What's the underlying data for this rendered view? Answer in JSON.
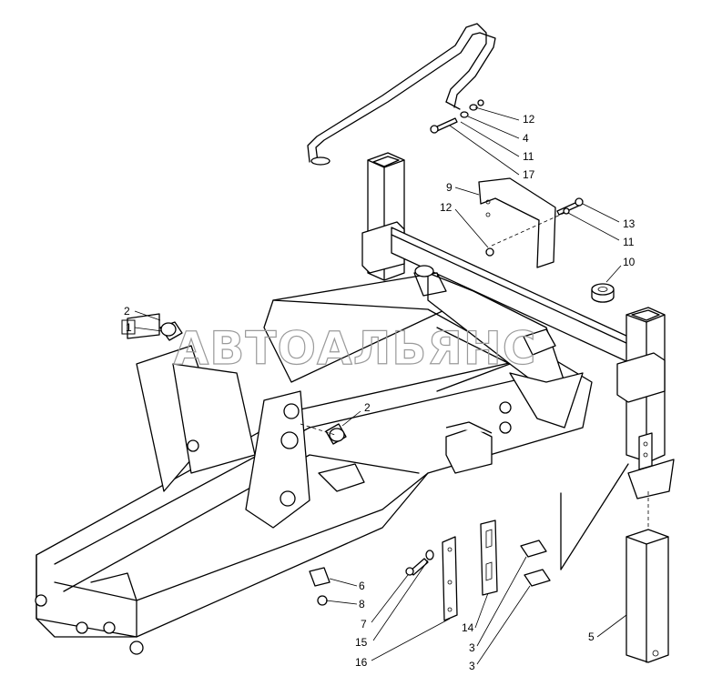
{
  "watermark": "АВТОАЛЬЯНС",
  "callouts": [
    {
      "id": "c12a",
      "label": "12"
    },
    {
      "id": "c4",
      "label": "4"
    },
    {
      "id": "c11a",
      "label": "11"
    },
    {
      "id": "c17",
      "label": "17"
    },
    {
      "id": "c9",
      "label": "9"
    },
    {
      "id": "c12b",
      "label": "12"
    },
    {
      "id": "c13",
      "label": "13"
    },
    {
      "id": "c11b",
      "label": "11"
    },
    {
      "id": "c10",
      "label": "10"
    },
    {
      "id": "c2a",
      "label": "2"
    },
    {
      "id": "c1",
      "label": "1"
    },
    {
      "id": "c2b",
      "label": "2"
    },
    {
      "id": "c6",
      "label": "6"
    },
    {
      "id": "c8",
      "label": "8"
    },
    {
      "id": "c7",
      "label": "7"
    },
    {
      "id": "c15",
      "label": "15"
    },
    {
      "id": "c16",
      "label": "16"
    },
    {
      "id": "c14",
      "label": "14"
    },
    {
      "id": "c3a",
      "label": "3"
    },
    {
      "id": "c3b",
      "label": "3"
    },
    {
      "id": "c5",
      "label": "5"
    }
  ]
}
